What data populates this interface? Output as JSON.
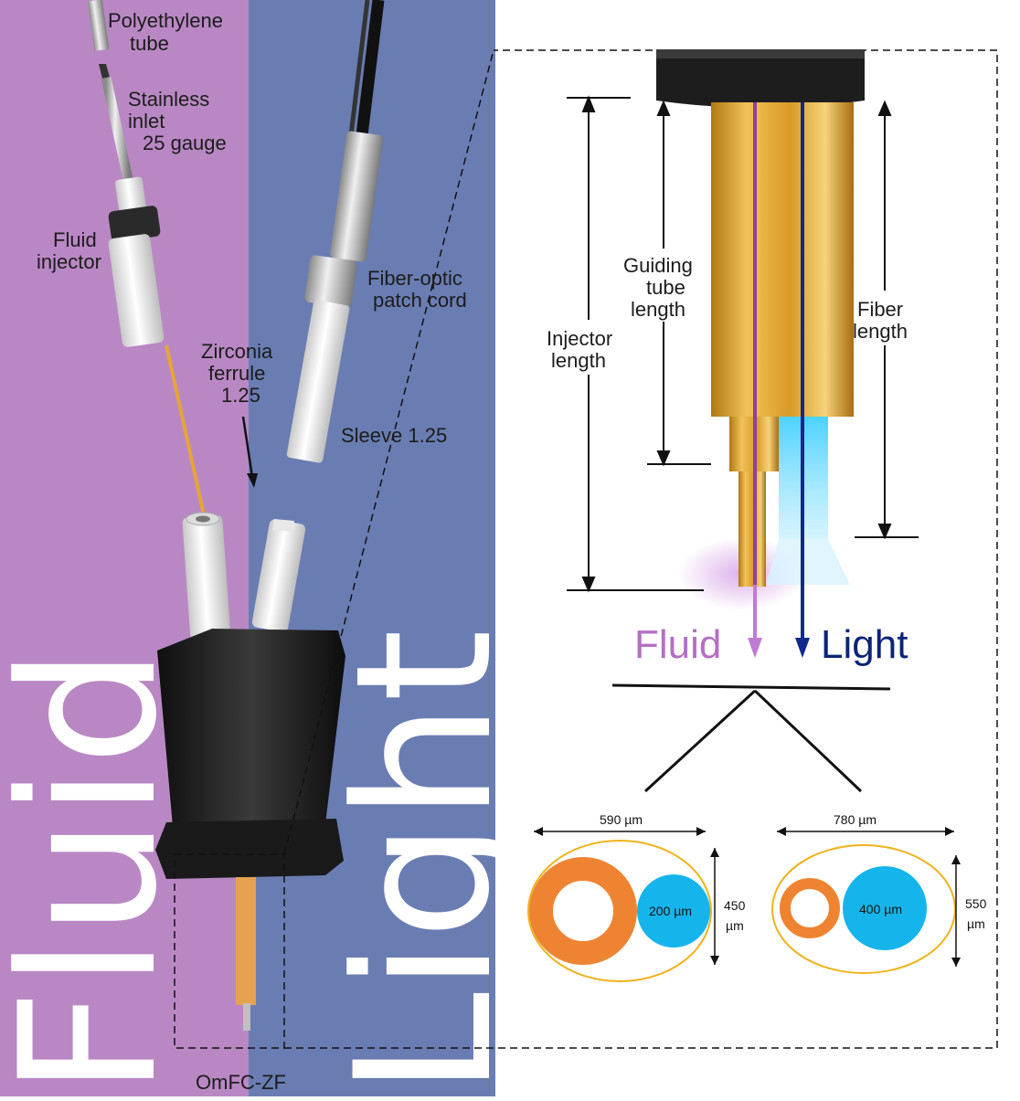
{
  "colors": {
    "fluid_panel": "#b988c4",
    "light_panel": "#6a7db2",
    "fluid_text": "#b46fc4",
    "light_text": "#0c2478",
    "gold": "#e0a830",
    "orange_ring": "#ee8431",
    "blue_core": "#15b5ec",
    "connector_black": "#1b1b1b"
  },
  "left_panel": {
    "labels": {
      "polyethylene_tube": [
        "Polyethylene",
        "tube"
      ],
      "stainless_inlet": [
        "Stainless",
        "inlet",
        "25 gauge"
      ],
      "fluid_injector": [
        "Fluid",
        "injector"
      ],
      "zirconia_ferrule": [
        "Zirconia",
        "ferrule",
        "1.25"
      ],
      "fiber_optic_patch_cord": [
        "Fiber-optic",
        "patch cord"
      ],
      "sleeve": "Sleeve 1.25",
      "product_code": "OmFC-ZF"
    },
    "big_words": {
      "fluid": "Fluid",
      "light": "Light"
    }
  },
  "right_panel": {
    "dimension_labels": {
      "injector_length": [
        "Injector",
        "length"
      ],
      "guiding_tube_length": [
        "Guiding",
        "tube",
        "length"
      ],
      "fiber_length": [
        "Fiber",
        "length"
      ]
    },
    "outputs": {
      "fluid": "Fluid",
      "light": "Light"
    },
    "cross_sections": [
      {
        "width_label": "590 µm",
        "height_label": [
          "450",
          "µm"
        ],
        "core_label": "200 µm"
      },
      {
        "width_label": "780 µm",
        "height_label": [
          "550",
          "µm"
        ],
        "core_label": "400 µm"
      }
    ]
  }
}
